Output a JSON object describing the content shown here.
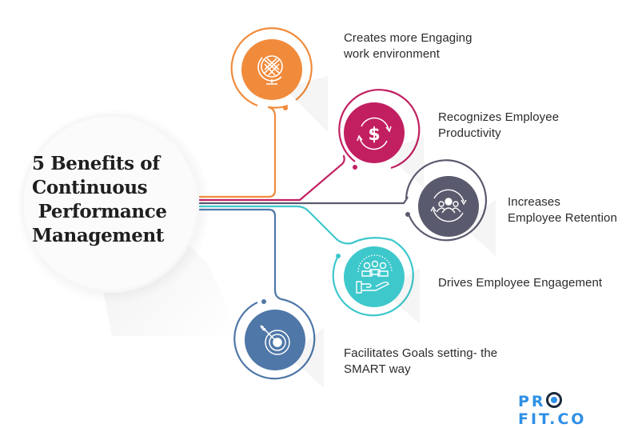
{
  "hub": {
    "title_lines": [
      "5 Benefits of",
      "Continuous",
      " Performance",
      "Management"
    ]
  },
  "benefits": [
    {
      "label_lines": [
        "Creates more Engaging",
        "work environment"
      ],
      "icon": "globe-icon",
      "color": "#f18b3c"
    },
    {
      "label_lines": [
        "Recognizes Employee",
        "Productivity"
      ],
      "icon": "dollar-cycle-icon",
      "color": "#c21f61"
    },
    {
      "label_lines": [
        "Increases",
        "Employee Retention"
      ],
      "icon": "team-cycle-icon",
      "color": "#5a5a6e"
    },
    {
      "label_lines": [
        "Drives Employee Engagement"
      ],
      "icon": "hand-team-icon",
      "color": "#3ec8cc"
    },
    {
      "label_lines": [
        "Facilitates Goals setting- the",
        "SMART way"
      ],
      "icon": "target-icon",
      "color": "#4f77a8"
    }
  ],
  "brand": {
    "logo_prefix": "PR",
    "logo_suffix": "FIT.CO",
    "color": "#2e90e6"
  }
}
